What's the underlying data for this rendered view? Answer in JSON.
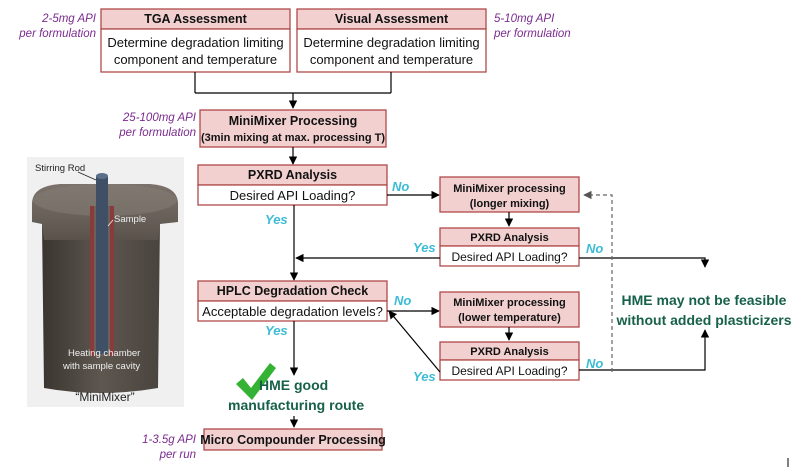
{
  "notes": {
    "tga": [
      "2-5mg API",
      "per formulation"
    ],
    "visual": [
      "5-10mg API",
      "per formulation"
    ],
    "minimixer": [
      "25-100mg API",
      "per formulation"
    ],
    "compounder": [
      "1-3.5g API",
      "per run"
    ]
  },
  "boxes": {
    "tga": {
      "title": "TGA Assessment",
      "body": [
        "Determine degradation limiting",
        "component and temperature"
      ]
    },
    "visual": {
      "title": "Visual Assessment",
      "body": [
        "Determine degradation limiting",
        "component and temperature"
      ]
    },
    "minimixer": {
      "title": "MiniMixer Processing",
      "subtitle": "(3min mixing at max. processing T)"
    },
    "pxrd_main": {
      "title": "PXRD Analysis",
      "body": "Desired API Loading?"
    },
    "hplc": {
      "title": "HPLC Degradation Check",
      "body": "Acceptable degradation levels?"
    },
    "mm_longer": {
      "title": "MiniMixer processing",
      "subtitle": "(longer mixing)"
    },
    "pxrd_a": {
      "title": "PXRD Analysis",
      "body": "Desired API Loading?"
    },
    "mm_lower": {
      "title": "MiniMixer processing",
      "subtitle": "(lower temperature)"
    },
    "pxrd_b": {
      "title": "PXRD Analysis",
      "body": "Desired API Loading?"
    },
    "compounder": {
      "title": "Micro Compounder Processing"
    }
  },
  "answers": {
    "yes": "Yes",
    "no": "No"
  },
  "outcomes": {
    "good": [
      "HME good",
      "manufacturing route"
    ],
    "not_feasible": [
      "HME may not be feasible",
      "without added plasticizers"
    ]
  },
  "minimixer_figure": {
    "stirring_rod": "Stirring Rod",
    "sample": "Sample",
    "chamber": [
      "Heating chamber",
      "with sample cavity"
    ],
    "caption": "“MiniMixer”"
  },
  "colors": {
    "header_fill": "#f2d0d0",
    "box_stroke": "#b04a4a",
    "note_purple": "#7b2b8f",
    "answer_cyan": "#3dbcd6",
    "outcome_green": "#17614a",
    "check_green": "#33b233"
  },
  "icons": [
    "checkmark-icon"
  ]
}
